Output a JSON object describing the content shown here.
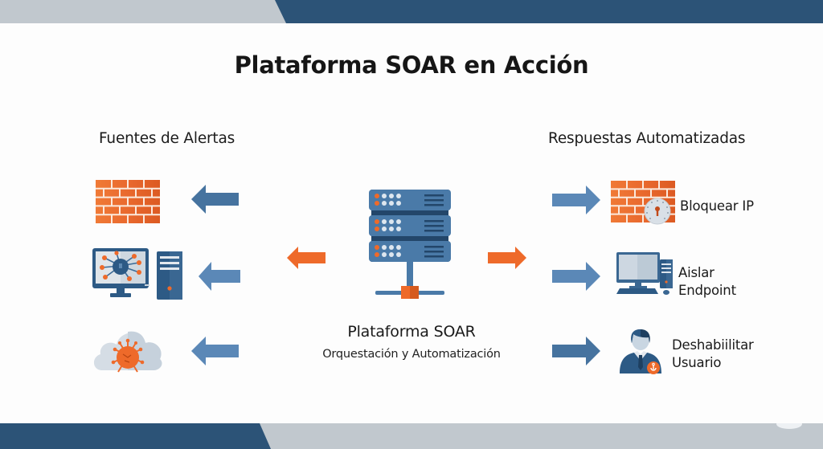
{
  "title": "Plataforma SOAR en Acción",
  "colors": {
    "navy": "#2c5377",
    "band_gray": "#c1c8ce",
    "steel_blue": "#4a7aa8",
    "arrow_blue": "#5082b2",
    "orange": "#ee6a2a",
    "brick": "#e9692e"
  },
  "left_section": {
    "header": "Fuentes de Alertas",
    "sources": [
      {
        "icon": "firewall-icon",
        "arrow": "arrow-left-icon"
      },
      {
        "icon": "infected-computer-icon",
        "arrow": "arrow-left-icon"
      },
      {
        "icon": "cloud-malware-icon",
        "arrow": "arrow-left-icon"
      }
    ]
  },
  "center": {
    "icon": "server-rack-icon",
    "title": "Plataforma SOAR",
    "subtitle": "Orquestación y Automatización",
    "arrow_left": "orange-arrow-left-icon",
    "arrow_right": "orange-arrow-right-icon"
  },
  "right_section": {
    "header": "Respuestas Automatizadas",
    "responses": [
      {
        "label_lines": [
          "Bloquear IP"
        ],
        "icon": "firewall-lock-icon"
      },
      {
        "label_lines": [
          "Aislar",
          "Endpoint"
        ],
        "icon": "desktop-computer-icon"
      },
      {
        "label_lines": [
          "Deshabiilitar",
          "Usuario"
        ],
        "icon": "user-disable-icon"
      }
    ]
  }
}
